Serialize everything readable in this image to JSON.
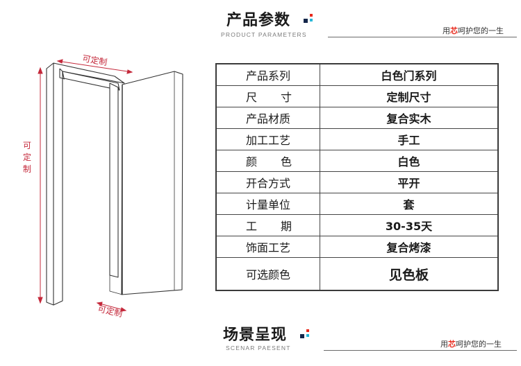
{
  "header": {
    "title": "产品参数",
    "subtitle": "PRODUCT PARAMETERS",
    "slogan_prefix": "用",
    "slogan_highlight": "芯",
    "slogan_suffix": "呵护您的一生"
  },
  "diagram": {
    "width_label": "可定制",
    "height_label": "可定制",
    "depth_label": "可定制"
  },
  "params": {
    "rows": [
      {
        "label": "产品系列",
        "value": "白色门系列"
      },
      {
        "label_a": "尺",
        "label_b": "寸",
        "value": "定制尺寸"
      },
      {
        "label": "产品材质",
        "value": "复合实木"
      },
      {
        "label": "加工工艺",
        "value": "手工"
      },
      {
        "label_a": "颜",
        "label_b": "色",
        "value": "白色"
      },
      {
        "label": "开合方式",
        "value": "平开"
      },
      {
        "label": "计量单位",
        "value": "套"
      },
      {
        "label_a": "工",
        "label_b": "期",
        "value": "30-35天"
      },
      {
        "label": "饰面工艺",
        "value": "复合烤漆"
      },
      {
        "label": "可选颜色",
        "value": "见色板"
      }
    ]
  },
  "footer": {
    "title": "场景呈现",
    "subtitle": "SCENAR PAESENT",
    "slogan_prefix": "用",
    "slogan_highlight": "芯",
    "slogan_suffix": "呵护您的一生"
  },
  "colors": {
    "accent_red": "#e8291c",
    "dimension_red": "#c4283a",
    "navy": "#14264a",
    "cyan": "#27b8d8"
  }
}
